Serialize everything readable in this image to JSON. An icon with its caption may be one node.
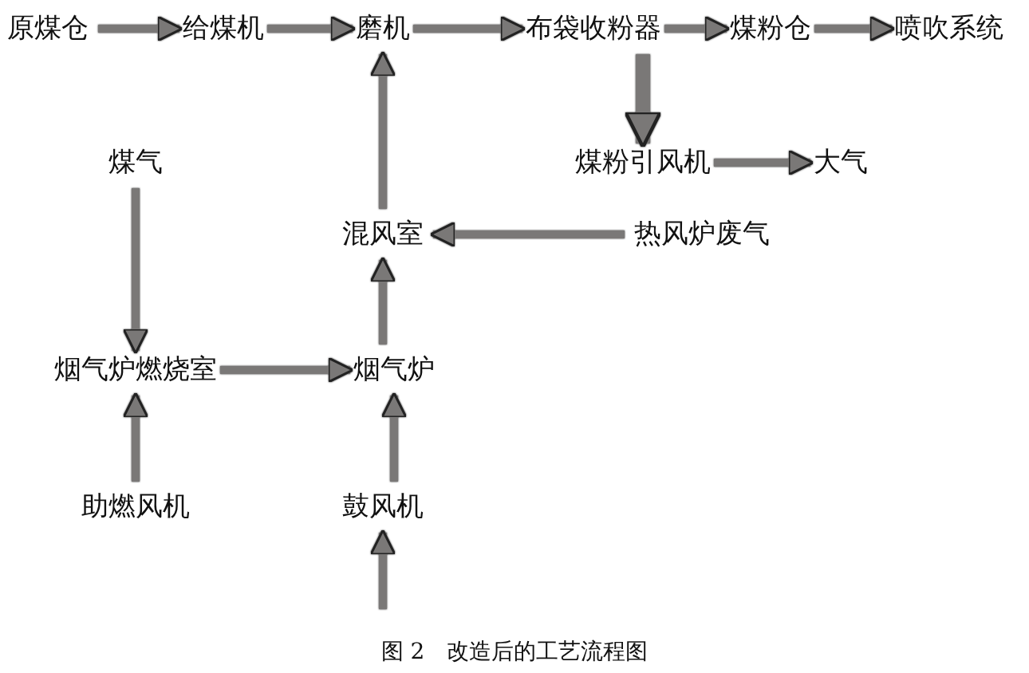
{
  "diagram": {
    "caption": "图 2　改造后的工艺流程图",
    "nodes": [
      {
        "text": [
          "原煤仓"
        ]
      },
      {
        "text": [
          "给煤机"
        ]
      },
      {
        "text": [
          "磨机"
        ]
      },
      {
        "text": [
          "布袋收粉器"
        ]
      },
      {
        "text": [
          "煤粉仓"
        ]
      },
      {
        "text": [
          "喷吹系统"
        ]
      },
      {
        "text": [
          "煤粉引风机"
        ]
      },
      {
        "text": [
          "大气"
        ]
      },
      {
        "text": [
          "煤气"
        ]
      },
      {
        "text": [
          "混风室"
        ]
      },
      {
        "text": [
          "热风炉废气"
        ]
      },
      {
        "text": [
          "烟气炉燃烧室"
        ]
      },
      {
        "text": [
          "烟气炉"
        ]
      },
      {
        "text": [
          "助燃风机"
        ]
      },
      {
        "text": [
          "鼓风机"
        ]
      }
    ],
    "edges": [
      {
        "from": 0,
        "to": 1,
        "arrow": "to"
      },
      {
        "from": 1,
        "to": 2,
        "arrow": "to"
      },
      {
        "from": 2,
        "to": 3,
        "arrow": "to"
      },
      {
        "from": 3,
        "to": 4,
        "arrow": "to"
      },
      {
        "from": 4,
        "to": 5,
        "arrow": "to"
      },
      {
        "from": 3,
        "to": 6,
        "arrow": "to",
        "style": "thick"
      },
      {
        "from": 6,
        "to": 7,
        "arrow": "to"
      },
      {
        "from": 8,
        "to": 11,
        "arrow": "to"
      },
      {
        "from": 10,
        "to": 9,
        "arrow": "to"
      },
      {
        "from": 9,
        "to": 2,
        "arrow": "to"
      },
      {
        "from": 11,
        "to": 12,
        "arrow": "to"
      },
      {
        "from": 12,
        "to": 9,
        "arrow": "to"
      },
      {
        "from": 13,
        "to": 11,
        "arrow": "to"
      },
      {
        "from": 14,
        "to": 12,
        "arrow": "to"
      },
      {
        "from": null,
        "to": 14,
        "arrow": "to"
      }
    ]
  }
}
